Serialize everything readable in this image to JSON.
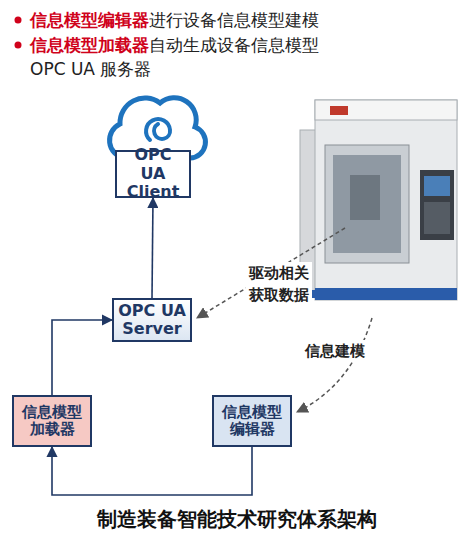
{
  "diagram": {
    "caption": "制造装备智能技术研究体系架构",
    "nodes": [
      {
        "text": [
          "OPC UA Client"
        ]
      },
      {
        "text": [
          "OPC UA Server"
        ]
      },
      {
        "text": [
          "信息模型 加载器"
        ]
      },
      {
        "text": [
          "信息模型 编辑器"
        ]
      }
    ],
    "edges": [
      {
        "from": 1,
        "to": 0,
        "arrow": "to"
      },
      {
        "from": 2,
        "to": 1,
        "arrow": "to"
      },
      {
        "from": 3,
        "to": 2,
        "arrow": "to"
      }
    ],
    "labels": [
      "信息模型编辑器",
      "进行设备信息模型建模",
      "信息模型加载器",
      "自动生成设备信息模型 OPC UA 服务器",
      "驱动相关 获取数据",
      "信息建模"
    ]
  }
}
